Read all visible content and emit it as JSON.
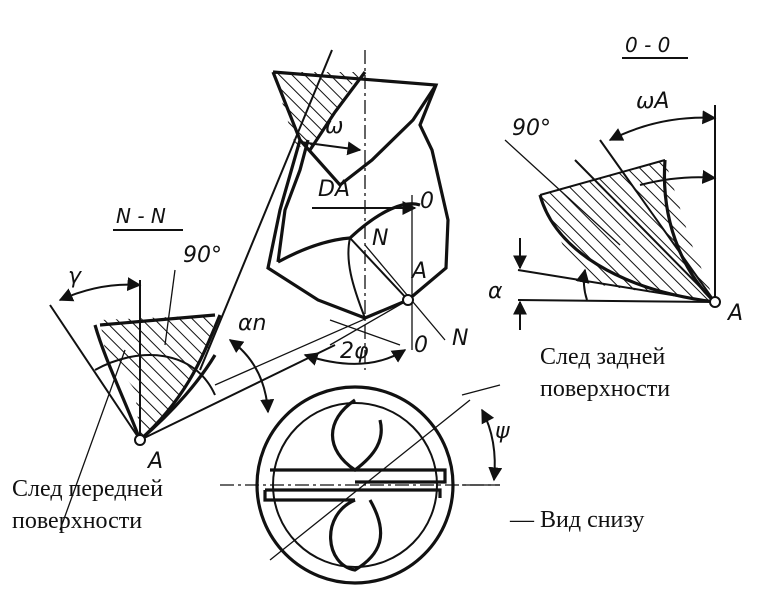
{
  "labels": {
    "section_oo": "0 - 0",
    "section_nn": "N - N",
    "omega": "ω",
    "omega_a": "ωA",
    "d_a": "DA",
    "zero_top": "0",
    "zero_bottom": "0",
    "n_upper": "N",
    "n_lower": "N",
    "a_center": "A",
    "a_left": "A",
    "a_right": "A",
    "gamma": "γ",
    "deg90_left": "90°",
    "deg90_right": "90°",
    "alpha_n": "αn",
    "two_phi": "2φ",
    "alpha": "α",
    "psi": "ψ"
  },
  "captions": {
    "front_trace_line1": "След передней",
    "front_trace_line2": "поверхности",
    "back_trace_line1": "След задней",
    "back_trace_line2": "поверхности",
    "bottom_view": "— Вид снизу"
  }
}
